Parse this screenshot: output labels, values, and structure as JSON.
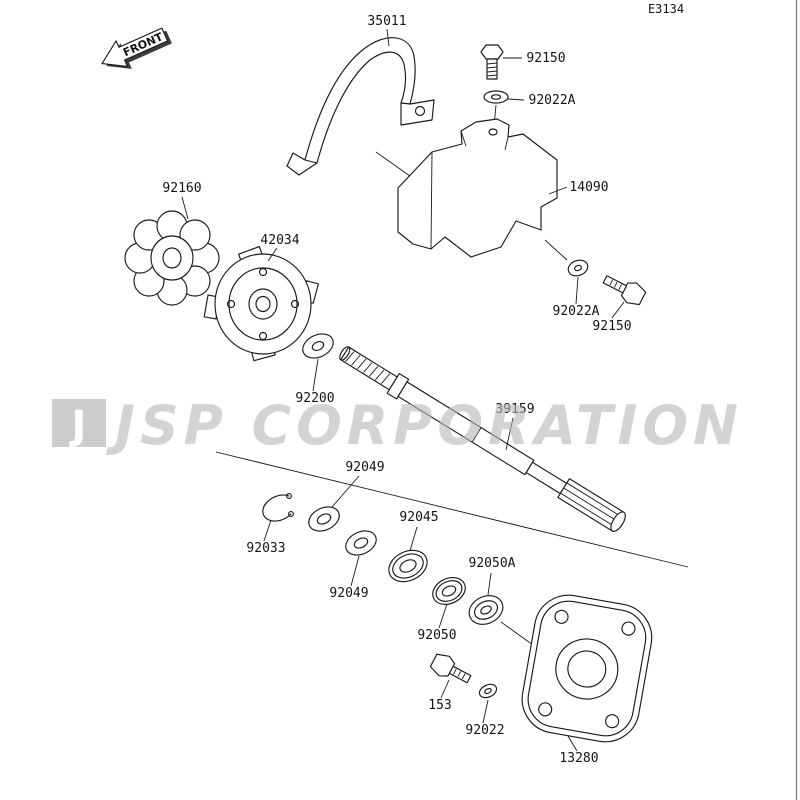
{
  "page": {
    "code": "E3134",
    "front_label": "FRONT",
    "watermark_logo": "J",
    "watermark": "JSP CORPORATION"
  },
  "labels": {
    "bracket": "35011",
    "bolt_top": "92150",
    "washer_top": "92022A",
    "cover": "14090",
    "damper": "92160",
    "coupling": "42034",
    "washer_mid": "92022A",
    "bolt_mid": "92150",
    "washer_92200": "92200",
    "driveshaft": "39159",
    "circlip": "92033",
    "washer_92049_upper": "92049",
    "washer_92049_lower": "92049",
    "bearing_92045": "92045",
    "bearing_92050": "92050",
    "seal_92050a": "92050A",
    "bolt_153": "153",
    "washer_92022": "92022",
    "holder_plate": "13280"
  }
}
